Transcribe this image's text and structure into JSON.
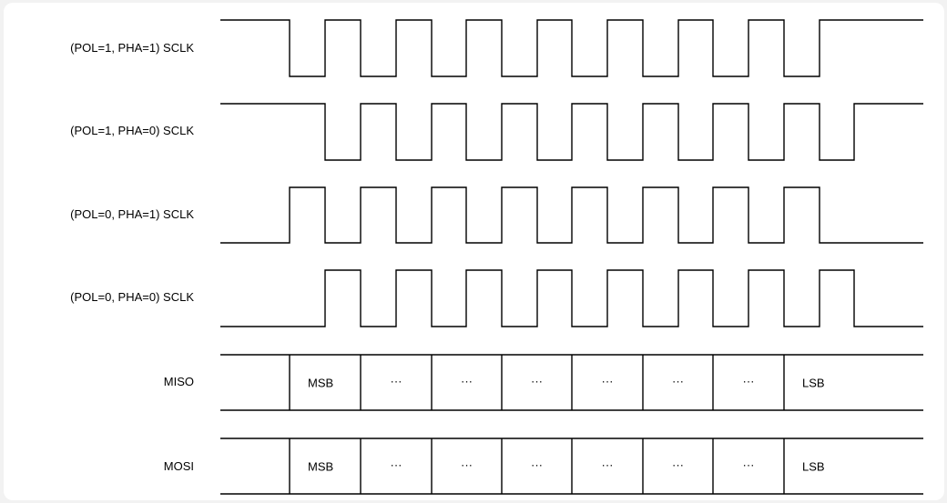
{
  "diagram": {
    "clocks": [
      {
        "label": "(POL=1, PHA=1) SCLK",
        "idle": "high",
        "edges": [
          318,
          357,
          396,
          435,
          474,
          512,
          551,
          590,
          628,
          667,
          706,
          745,
          783,
          822,
          861,
          900
        ]
      },
      {
        "label": "(POL=1, PHA=0) SCLK",
        "idle": "high",
        "edges": [
          357,
          396,
          435,
          474,
          512,
          551,
          590,
          628,
          667,
          706,
          745,
          783,
          822,
          861,
          900,
          938
        ]
      },
      {
        "label": "(POL=0, PHA=1) SCLK",
        "idle": "low",
        "edges": [
          318,
          357,
          396,
          435,
          474,
          512,
          551,
          590,
          628,
          667,
          706,
          745,
          783,
          822,
          861,
          900
        ]
      },
      {
        "label": "(POL=0, PHA=0) SCLK",
        "idle": "low",
        "edges": [
          357,
          396,
          435,
          474,
          512,
          551,
          590,
          628,
          667,
          706,
          745,
          783,
          822,
          861,
          900,
          938
        ]
      }
    ],
    "buses": [
      {
        "label": "MISO",
        "cells": [
          "MSB",
          "···",
          "···",
          "···",
          "···",
          "···",
          "···",
          "LSB"
        ]
      },
      {
        "label": "MOSI",
        "cells": [
          "MSB",
          "···",
          "···",
          "···",
          "···",
          "···",
          "···",
          "LSB"
        ]
      }
    ]
  }
}
